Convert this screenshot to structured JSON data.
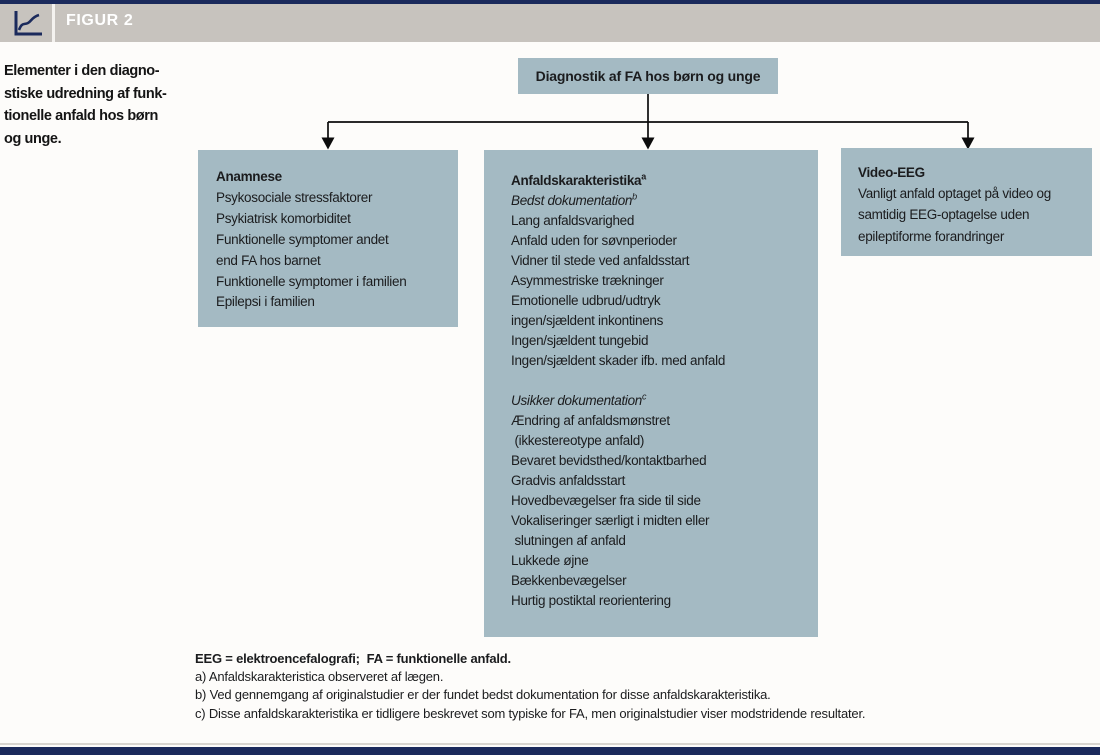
{
  "header": {
    "label": "FIGUR 2",
    "icon": "line-chart-icon"
  },
  "caption": {
    "lines": [
      "Elementer i den diagno-",
      "stiske udredning af funk-",
      "tionelle anfald hos børn",
      "og unge."
    ]
  },
  "diagram": {
    "root_label": "Diagnostik af FA hos børn og unge",
    "boxes": [
      {
        "title": "Anamnese",
        "items": [
          "Psykosociale stressfaktorer",
          "Psykiatrisk komorbiditet",
          "Funktionelle symptomer andet",
          "end FA hos barnet",
          "Funktionelle symptomer i familien",
          "Epilepsi i familien"
        ]
      },
      {
        "title": "Anfaldskarakteristika",
        "title_sup": "a",
        "sections": [
          {
            "subtitle": "Bedst dokumentation",
            "sup": "b",
            "items": [
              "Lang anfaldsvarighed",
              "Anfald uden for søvnperioder",
              "Vidner til stede ved anfaldsstart",
              "Asymmestriske trækninger",
              "Emotionelle udbrud/udtryk",
              "ingen/sjældent inkontinens",
              "Ingen/sjældent tungebid",
              "Ingen/sjældent skader ifb. med anfald"
            ]
          },
          {
            "subtitle": "Usikker dokumentation",
            "sup": "c",
            "items": [
              "Ændring af anfaldsmønstret",
              " (ikkestereotype anfald)",
              "Bevaret bevidsthed/kontaktbarhed",
              "Gradvis anfaldsstart",
              "Hovedbevægelser fra side til side",
              "Vokaliseringer særligt i midten eller",
              " slutningen af anfald",
              "Lukkede øjne",
              "Bækkenbevægelser",
              "Hurtig postiktal reorientering"
            ]
          }
        ]
      },
      {
        "title": "Video-EEG",
        "items": [
          "Vanligt anfald optaget på video og",
          "samtidig EEG-optagelse uden",
          "epileptiforme forandringer"
        ]
      }
    ]
  },
  "footnotes": [
    "EEG = elektroencefalografi;  FA = funktionelle anfald.",
    "a) Anfaldskarakteristica observeret af lægen.",
    "b) Ved gennemgang af originalstudier er der fundet bedst dokumentation for disse anfaldskarakteristika.",
    "c) Disse anfaldskarakteristika er tidligere beskrevet som typiske for FA, men originalstudier viser modstridende resultater."
  ],
  "colors": {
    "navy": "#1b2a5c",
    "header_gray": "#c7c3be",
    "box_fill": "#a4bac3",
    "page_bg": "#fdfcfa",
    "text": "#1b1c1e"
  }
}
